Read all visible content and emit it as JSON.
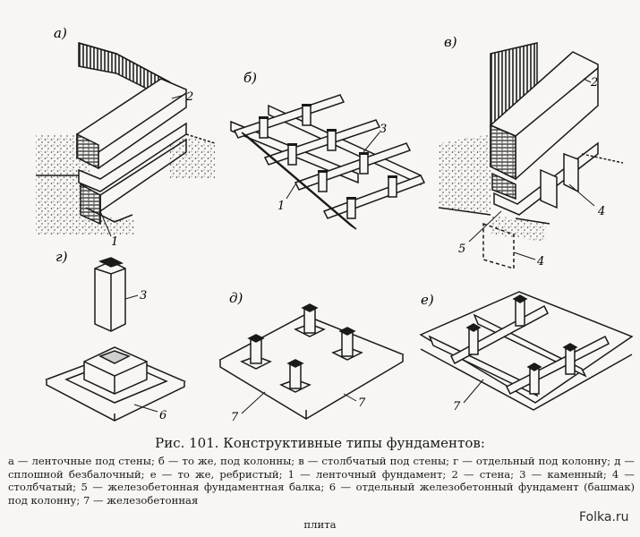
{
  "panels": {
    "a": "а)",
    "b": "б)",
    "v": "в)",
    "g": "г)",
    "d": "д)",
    "e": "е)"
  },
  "labels": {
    "a_wall": "2",
    "a_found": "1",
    "b_col": "3",
    "b_strip": "1",
    "v_wall": "2",
    "v_col": "4",
    "v_beam": "5",
    "v_col2": "4",
    "g_col": "3",
    "g_shoe": "6",
    "d_slab_left": "7",
    "d_slab_right": "7",
    "e_slab": "7"
  },
  "caption": {
    "title": "Рис. 101. Конструктивные типы фундаментов:",
    "legend": "а — ленточные под стены; б — то же, под колонны; в — столбчатый под стены; г — отдельный под колонну; д — сплошной безбалочный; е — то же, ребристый; 1 — ленточный фундамент; 2 — стена; 3 — каменный; 4 — столбчатый; 5 — железобетонная фундаментная балка; 6 — отдельный железобетонный фундамент (башмак) под колонну; 7 — железобетонная",
    "legend_end": "плита"
  },
  "watermark": "Folka.ru"
}
